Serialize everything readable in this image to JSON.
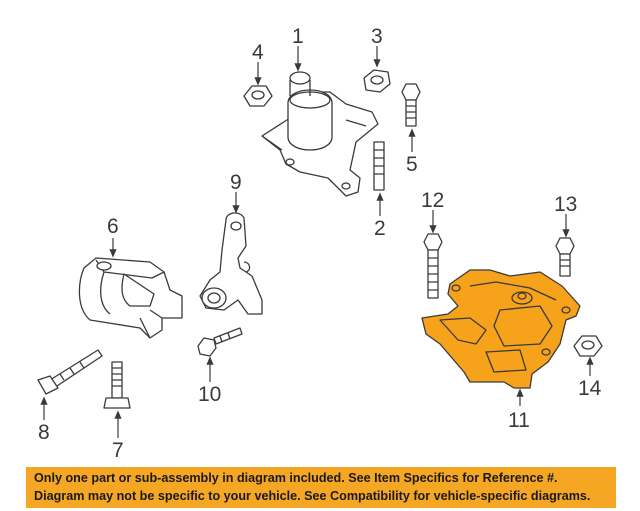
{
  "callouts": {
    "c1": "1",
    "c2": "2",
    "c3": "3",
    "c4": "4",
    "c5": "5",
    "c6": "6",
    "c7": "7",
    "c8": "8",
    "c9": "9",
    "c10": "10",
    "c11": "11",
    "c12": "12",
    "c13": "13",
    "c14": "14"
  },
  "highlight_part": "11",
  "colors": {
    "highlight": "#f7a21b",
    "line": "#3a3a3a",
    "banner": "#f5a623"
  },
  "banner": {
    "line1": "Only one part or sub-assembly in diagram included. See Item Specifics for Reference #.",
    "line2": "Diagram may not be specific to your vehicle. See Compatibility for vehicle-specific diagrams."
  }
}
